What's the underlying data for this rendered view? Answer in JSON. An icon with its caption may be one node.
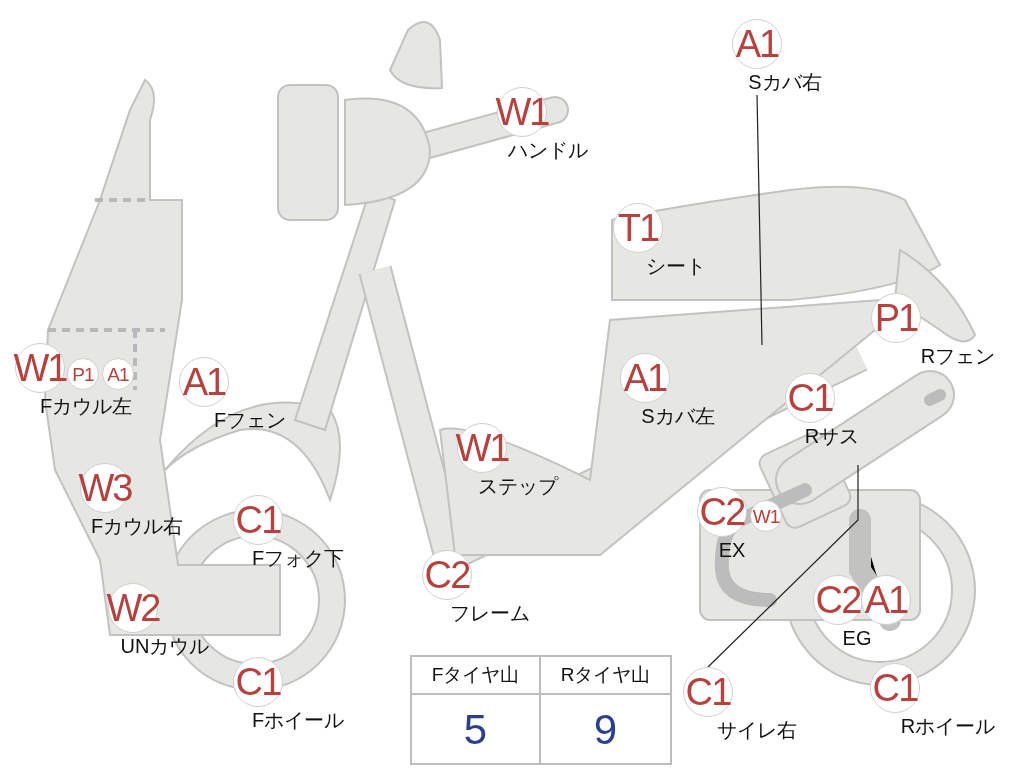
{
  "diagram": {
    "nodes": [
      {
        "text": [
          "A1"
        ],
        "beside": [
          "Sカバ右"
        ]
      },
      {
        "text": [
          "W1"
        ],
        "beside": [
          "ハンドル"
        ]
      },
      {
        "text": [
          "T1"
        ],
        "beside": [
          "シート"
        ]
      },
      {
        "text": [
          "P1"
        ],
        "beside": [
          "Rフェン"
        ]
      },
      {
        "text": [
          "W1"
        ],
        "beside": [
          "Fカウル左"
        ]
      },
      {
        "text": [
          "P1"
        ]
      },
      {
        "text": [
          "A1"
        ]
      },
      {
        "text": [
          "A1"
        ],
        "beside": [
          "Fフェン"
        ]
      },
      {
        "text": [
          "A1"
        ],
        "beside": [
          "Sカバ左"
        ]
      },
      {
        "text": [
          "C1"
        ],
        "beside": [
          "Rサス"
        ]
      },
      {
        "text": [
          "W1"
        ],
        "beside": [
          "ステップ"
        ]
      },
      {
        "text": [
          "W3"
        ],
        "beside": [
          "Fカウル右"
        ]
      },
      {
        "text": [
          "C1"
        ],
        "beside": [
          "Fフォク下"
        ]
      },
      {
        "text": [
          "C2"
        ],
        "beside": [
          "EX"
        ]
      },
      {
        "text": [
          "W1"
        ]
      },
      {
        "text": [
          "C2"
        ],
        "beside": [
          "フレーム"
        ]
      },
      {
        "text": [
          "W2"
        ],
        "beside": [
          "UNカウル"
        ]
      },
      {
        "text": [
          "C2"
        ],
        "beside": [
          "EG"
        ]
      },
      {
        "text": [
          "A1"
        ]
      },
      {
        "text": [
          "C1"
        ],
        "beside": [
          "Fホイール"
        ]
      },
      {
        "text": [
          "C1"
        ],
        "beside": [
          "サイレ右"
        ]
      },
      {
        "text": [
          "C1"
        ],
        "beside": [
          "Rホイール"
        ]
      }
    ],
    "edges": [
      {
        "from": 0,
        "to": null,
        "arrow": "none"
      },
      {
        "from": 20,
        "to": null,
        "arrow": "none"
      }
    ],
    "labels": [
      "Fタイヤ山",
      "Rタイヤ山",
      "5",
      "9"
    ]
  }
}
